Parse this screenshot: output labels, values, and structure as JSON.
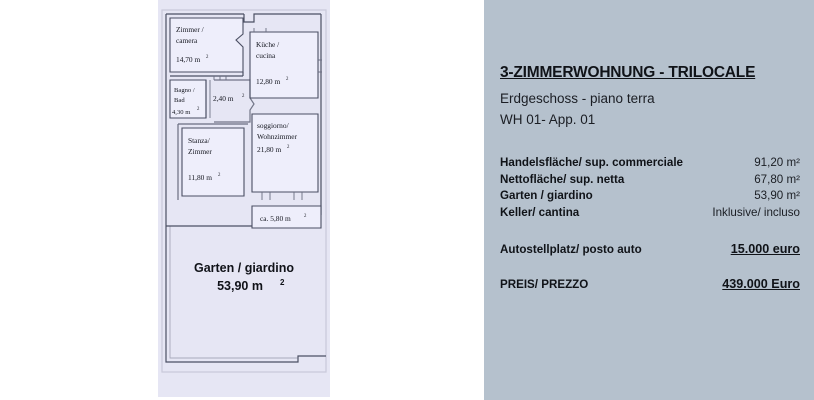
{
  "floorplan": {
    "rooms": [
      {
        "name": "zimmer-camera",
        "line1": "Zimmer /",
        "line2": "camera",
        "area": "14,70 m"
      },
      {
        "name": "kueche-cucina",
        "line1": "Küche /",
        "line2": "cucina",
        "area": "12,80 m"
      },
      {
        "name": "bagno-bad",
        "line1": "Bagno /",
        "line2": "Bad",
        "area": "4,30 m"
      },
      {
        "name": "corridor",
        "line1": "",
        "line2": "",
        "area": "2,40 m"
      },
      {
        "name": "stanza-zimmer",
        "line1": "Stanza/",
        "line2": "Zimmer",
        "area": "11,80 m"
      },
      {
        "name": "soggiorno-wohnzimmer",
        "line1": "soggiorno/",
        "line2": "Wohnzimmer",
        "area": "21,80 m"
      },
      {
        "name": "terrace",
        "line1": "",
        "line2": "",
        "area": "ca. 5,80 m"
      }
    ],
    "garden": {
      "label": "Garten / giardino",
      "area": "53,90 m"
    },
    "superscript": "2"
  },
  "panel": {
    "title": "3-ZIMMERWOHNUNG - TRILOCALE",
    "subtitle_line1": "Erdgeschoss - piano terra",
    "subtitle_line2": "WH 01- App. 01",
    "specs": [
      {
        "label": "Handelsfläche/ sup. commerciale",
        "value": "91,20 m²"
      },
      {
        "label": "Nettofläche/ sup. netta",
        "value": "67,80 m²"
      },
      {
        "label": "Garten / giardino",
        "value": "53,90 m²"
      },
      {
        "label": "Keller/ cantina",
        "value": "Inklusive/ incluso"
      }
    ],
    "parking": {
      "label": "Autostellplatz/ posto auto",
      "value": "15.000 euro"
    },
    "price": {
      "label": "PREIS/ PREZZO",
      "value": "439.000 Euro"
    }
  },
  "colors": {
    "panel_bg": "#b5c1cd",
    "plan_bg": "#e6e6f4",
    "room_fill": "#eeeefb",
    "wall": "#4b4f63",
    "text": "#101318"
  }
}
